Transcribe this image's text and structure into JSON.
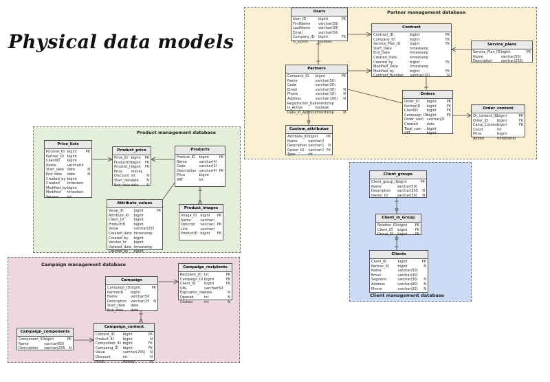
{
  "title": "Physical data models",
  "regions": {
    "partner": {
      "title": "Partner management database",
      "bg": "#fbf0d2"
    },
    "product": {
      "title": "Product management database",
      "bg": "#e3efd9"
    },
    "campaign": {
      "title": "Campaign management database",
      "bg": "#eed8df"
    },
    "client": {
      "title": "Client management database",
      "bg": "#cddcf6"
    }
  },
  "entities": {
    "users": {
      "name": "Users",
      "rows": [
        [
          "User_ID",
          "bigint",
          "PK"
        ],
        [
          "FirstName",
          "varchar(30)",
          ""
        ],
        [
          "LastName",
          "varchar(30)",
          ""
        ],
        [
          "Email",
          "varchar(50)",
          ""
        ],
        [
          "Company_ID",
          "bigint",
          "FK"
        ],
        [
          "Is_admin",
          "boolean",
          ""
        ]
      ]
    },
    "contract": {
      "name": "Contract",
      "rows": [
        [
          "Contract_ID",
          "bigint",
          "PK"
        ],
        [
          "Company_ID",
          "bigint",
          "FK"
        ],
        [
          "Service_Plan_ID",
          "bigint",
          "FK"
        ],
        [
          "Start_Date",
          "timestamp",
          ""
        ],
        [
          "End_Date",
          "timestamp",
          ""
        ],
        [
          "Created_Date",
          "timestamp",
          ""
        ],
        [
          "Created_by",
          "bigint",
          "FK"
        ],
        [
          "Modified_Date",
          "timestamp",
          ""
        ],
        [
          "Modified_by",
          "bigint",
          "FK"
        ],
        [
          "Contract_Number",
          "varchar(20)",
          "N"
        ]
      ]
    },
    "service_plans": {
      "name": "Service_plans",
      "rows": [
        [
          "Service_Plan_ID",
          "bigint",
          "PK"
        ],
        [
          "Name",
          "varchar(50)",
          ""
        ],
        [
          "Description",
          "varchar(255)",
          ""
        ]
      ]
    },
    "partners": {
      "name": "Partners",
      "rows": [
        [
          "Company_ID",
          "bigint",
          "PK"
        ],
        [
          "Name",
          "varchar(50)",
          ""
        ],
        [
          "Code",
          "varchar(20)",
          ""
        ],
        [
          "Email",
          "varchar(30)",
          "N"
        ],
        [
          "Phone",
          "varchar(10)",
          "N"
        ],
        [
          "Address",
          "varchar(100)",
          "N"
        ],
        [
          "Registration_Date",
          "timestamp",
          ""
        ],
        [
          "Is_Active",
          "boolean",
          ""
        ],
        [
          "Date_of_Approval",
          "timestamp",
          "N"
        ]
      ]
    },
    "orders": {
      "name": "Orders",
      "rows": [
        [
          "Order_ID",
          "bigint",
          "PK"
        ],
        [
          "PartnerID",
          "bigint",
          "FK"
        ],
        [
          "ClientID",
          "bigint",
          "FK"
        ],
        [
          "Campaign_ID",
          "bigint",
          "FK"
        ],
        [
          "Order_num",
          "varchar(20)",
          ""
        ],
        [
          "Created",
          "date",
          ""
        ],
        [
          "Total_sum",
          "bigint",
          ""
        ],
        [
          "VAT",
          "bigint",
          ""
        ]
      ]
    },
    "order_content": {
      "name": "Order_content",
      "rows": [
        [
          "Or_content_ID",
          "bigint",
          "PK"
        ],
        [
          "Order_ID",
          "bigint",
          "FK"
        ],
        [
          "Camp_Content_ID",
          "bigint",
          "FK"
        ],
        [
          "Count",
          "int",
          ""
        ],
        [
          "Price",
          "bigint",
          ""
        ],
        [
          "Added",
          "timestamp",
          ""
        ]
      ]
    },
    "custom_attributes": {
      "name": "Custom_attributes",
      "rows": [
        [
          "Attribute_ID",
          "bigint",
          "PK"
        ],
        [
          "Name",
          "varchar(50)",
          ""
        ],
        [
          "Description",
          "varchar(255)",
          "N"
        ],
        [
          "Owner_ID",
          "varchar(30)",
          "FK"
        ],
        [
          "Type",
          "int",
          ""
        ]
      ]
    },
    "price_lists": {
      "name": "Price_lists",
      "rows": [
        [
          "Pricelist_ID",
          "bigint",
          "PK"
        ],
        [
          "Partner_ID",
          "bigint",
          ""
        ],
        [
          "ClientID",
          "bigint",
          ""
        ],
        [
          "Name",
          "varchar(40)",
          ""
        ],
        [
          "Start_date",
          "date",
          "N"
        ],
        [
          "End_date",
          "date",
          "N"
        ],
        [
          "Created_by",
          "bigint",
          ""
        ],
        [
          "Created",
          "timestamp",
          ""
        ],
        [
          "Modified_by",
          "bigint",
          ""
        ],
        [
          "Modified",
          "timestamp",
          ""
        ],
        [
          "Version",
          "int",
          ""
        ]
      ]
    },
    "product_price": {
      "name": "Product_price",
      "rows": [
        [
          "Price_ID",
          "bigint",
          "PK"
        ],
        [
          "ProductID",
          "bigint",
          "FK"
        ],
        [
          "Pricelist_ID",
          "bigint",
          "FK"
        ],
        [
          "Price",
          "money",
          ""
        ],
        [
          "Discount",
          "int",
          "N"
        ],
        [
          "Start_date",
          "date",
          "N"
        ],
        [
          "End_date",
          "date",
          "N"
        ]
      ]
    },
    "products": {
      "name": "Products",
      "rows": [
        [
          "Product_ID",
          "bigint",
          "PK"
        ],
        [
          "Name",
          "varchar(40)",
          ""
        ],
        [
          "Code",
          "varchar(20)",
          ""
        ],
        [
          "Description",
          "varchar(400)",
          "PK"
        ],
        [
          "Price",
          "bigint",
          ""
        ],
        [
          "VAT",
          "int",
          ""
        ]
      ]
    },
    "attribute_values": {
      "name": "Attribute_values",
      "rows": [
        [
          "Value_ID",
          "bigint",
          "PK"
        ],
        [
          "Attribute_ID",
          "bigint",
          ""
        ],
        [
          "Client_ID",
          "bigint",
          ""
        ],
        [
          "ProductID",
          "bigint",
          ""
        ],
        [
          "Value",
          "varchar(255)",
          ""
        ],
        [
          "Created_date",
          "timestamp",
          ""
        ],
        [
          "Created_by",
          "bigint",
          ""
        ],
        [
          "Version_nr",
          "bigint",
          ""
        ],
        [
          "Deleted_date",
          "timestamp",
          ""
        ],
        [
          "Deleted_by",
          "bigint",
          ""
        ]
      ]
    },
    "product_images": {
      "name": "Product_images",
      "rows": [
        [
          "Image_ID",
          "bigint",
          "PK"
        ],
        [
          "Name",
          "varchar(40)",
          ""
        ],
        [
          "Descript",
          "varchar(400)",
          "PK"
        ],
        [
          "Link",
          "varchar(400)",
          ""
        ],
        [
          "ProductID",
          "bigint",
          "FK"
        ]
      ]
    },
    "client_groups": {
      "name": "Client_groups",
      "rows": [
        [
          "Client_group_ID",
          "bigint",
          "PK"
        ],
        [
          "Name",
          "varchar(50)",
          ""
        ],
        [
          "Description",
          "varchar(255)",
          "N"
        ],
        [
          "Owner_ID",
          "varchar(30)",
          "N"
        ]
      ]
    },
    "client_in_group": {
      "name": "Client_in_Group",
      "rows": [
        [
          "Relation_ID",
          "bigint",
          "PK"
        ],
        [
          "Client_ID",
          "bigint",
          "FK"
        ],
        [
          "Group_ID",
          "bigint",
          "FK"
        ]
      ]
    },
    "clients": {
      "name": "Clients",
      "rows": [
        [
          "Client_ID",
          "bigint",
          "PK"
        ],
        [
          "Partner_ID",
          "bigint",
          "N"
        ],
        [
          "Name",
          "varchar(50)",
          ""
        ],
        [
          "Email",
          "varchar(30)",
          ""
        ],
        [
          "Segment",
          "varchar(30)",
          "N"
        ],
        [
          "Address",
          "varchar(90)",
          "N"
        ],
        [
          "Phone",
          "varchar(20)",
          "N"
        ]
      ]
    },
    "campaign": {
      "name": "Campaign",
      "rows": [
        [
          "Campaign_ID",
          "bigint",
          "PK"
        ],
        [
          "PartnerID",
          "bigint",
          ""
        ],
        [
          "Name",
          "varchar(50)",
          ""
        ],
        [
          "Description",
          "varchar(255)",
          "N"
        ],
        [
          "Start_date",
          "date",
          ""
        ],
        [
          "End_date",
          "date",
          ""
        ]
      ]
    },
    "campaign_recipients": {
      "name": "Campaign_recipients",
      "rows": [
        [
          "Recipient_ID",
          "int",
          "PK"
        ],
        [
          "Campaign_ID",
          "bigint",
          "FK"
        ],
        [
          "Client_ID",
          "bigint",
          "FK"
        ],
        [
          "URL",
          "varchar(50)",
          ""
        ],
        [
          "Expiration_date",
          "date",
          "N"
        ],
        [
          "Opened",
          "int",
          "N"
        ],
        [
          "Clicked",
          "int",
          "N"
        ]
      ]
    },
    "campaign_content": {
      "name": "Campaign_content",
      "rows": [
        [
          "Content_ID",
          "bigint",
          "PK"
        ],
        [
          "Product_ID",
          "bigint",
          "N"
        ],
        [
          "Component_ID",
          "bigint",
          "FK"
        ],
        [
          "Campaing_ID",
          "bigint",
          "FK"
        ],
        [
          "Value",
          "varchar(255)",
          "N"
        ],
        [
          "Discount",
          "int",
          "N"
        ],
        [
          "Price",
          "money",
          "N"
        ]
      ]
    },
    "campaign_components": {
      "name": "Campaign_components",
      "rows": [
        [
          "Component_ID",
          "bigint",
          "PK"
        ],
        [
          "Name",
          "varchar(60)",
          ""
        ],
        [
          "Description",
          "varchar(255)",
          "N"
        ]
      ]
    }
  }
}
